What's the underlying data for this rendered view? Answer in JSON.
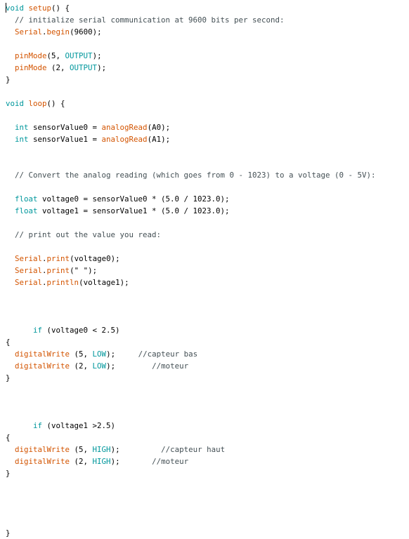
{
  "colors": {
    "background": "#ffffff",
    "keyword": "#00979c",
    "function": "#d35400",
    "constant": "#00979c",
    "comment": "#434f54",
    "text": "#000000"
  },
  "code_lines": [
    [
      {
        "t": "void",
        "k": "kw"
      },
      {
        "t": " ",
        "k": "tx"
      },
      {
        "t": "setup",
        "k": "fn"
      },
      {
        "t": "() {",
        "k": "tx"
      }
    ],
    [
      {
        "t": "  // initialize serial communication at 9600 bits per second:",
        "k": "cm"
      }
    ],
    [
      {
        "t": "  ",
        "k": "tx"
      },
      {
        "t": "Serial",
        "k": "fn"
      },
      {
        "t": ".",
        "k": "tx"
      },
      {
        "t": "begin",
        "k": "fn"
      },
      {
        "t": "(9600);",
        "k": "tx"
      }
    ],
    [],
    [
      {
        "t": "  ",
        "k": "tx"
      },
      {
        "t": "pinMode",
        "k": "fn"
      },
      {
        "t": "(5, ",
        "k": "tx"
      },
      {
        "t": "OUTPUT",
        "k": "cn"
      },
      {
        "t": ");",
        "k": "tx"
      }
    ],
    [
      {
        "t": "  ",
        "k": "tx"
      },
      {
        "t": "pinMode",
        "k": "fn"
      },
      {
        "t": " (2, ",
        "k": "tx"
      },
      {
        "t": "OUTPUT",
        "k": "cn"
      },
      {
        "t": ");",
        "k": "tx"
      }
    ],
    [
      {
        "t": "}",
        "k": "tx"
      }
    ],
    [],
    [
      {
        "t": "void",
        "k": "kw"
      },
      {
        "t": " ",
        "k": "tx"
      },
      {
        "t": "loop",
        "k": "fn"
      },
      {
        "t": "() {",
        "k": "tx"
      }
    ],
    [],
    [
      {
        "t": "  ",
        "k": "tx"
      },
      {
        "t": "int",
        "k": "kw"
      },
      {
        "t": " sensorValue0 = ",
        "k": "tx"
      },
      {
        "t": "analogRead",
        "k": "fn"
      },
      {
        "t": "(A0);",
        "k": "tx"
      }
    ],
    [
      {
        "t": "  ",
        "k": "tx"
      },
      {
        "t": "int",
        "k": "kw"
      },
      {
        "t": " sensorValue1 = ",
        "k": "tx"
      },
      {
        "t": "analogRead",
        "k": "fn"
      },
      {
        "t": "(A1);",
        "k": "tx"
      }
    ],
    [],
    [],
    [
      {
        "t": "  // Convert the analog reading (which goes from 0 - 1023) to a voltage (0 - 5V):",
        "k": "cm"
      }
    ],
    [],
    [
      {
        "t": "  ",
        "k": "tx"
      },
      {
        "t": "float",
        "k": "kw"
      },
      {
        "t": " voltage0 = sensorValue0 * (5.0 / 1023.0);",
        "k": "tx"
      }
    ],
    [
      {
        "t": "  ",
        "k": "tx"
      },
      {
        "t": "float",
        "k": "kw"
      },
      {
        "t": " voltage1 = sensorValue1 * (5.0 / 1023.0);",
        "k": "tx"
      }
    ],
    [],
    [
      {
        "t": "  // print out the value you read:",
        "k": "cm"
      }
    ],
    [],
    [
      {
        "t": "  ",
        "k": "tx"
      },
      {
        "t": "Serial",
        "k": "fn"
      },
      {
        "t": ".",
        "k": "tx"
      },
      {
        "t": "print",
        "k": "fn"
      },
      {
        "t": "(voltage0);",
        "k": "tx"
      }
    ],
    [
      {
        "t": "  ",
        "k": "tx"
      },
      {
        "t": "Serial",
        "k": "fn"
      },
      {
        "t": ".",
        "k": "tx"
      },
      {
        "t": "print",
        "k": "fn"
      },
      {
        "t": "(\" \");",
        "k": "tx"
      }
    ],
    [
      {
        "t": "  ",
        "k": "tx"
      },
      {
        "t": "Serial",
        "k": "fn"
      },
      {
        "t": ".",
        "k": "tx"
      },
      {
        "t": "println",
        "k": "fn"
      },
      {
        "t": "(voltage1);",
        "k": "tx"
      }
    ],
    [],
    [],
    [],
    [
      {
        "t": "      ",
        "k": "tx"
      },
      {
        "t": "if",
        "k": "kw"
      },
      {
        "t": " (voltage0 < 2.5)",
        "k": "tx"
      }
    ],
    [
      {
        "t": "{",
        "k": "tx"
      }
    ],
    [
      {
        "t": "  ",
        "k": "tx"
      },
      {
        "t": "digitalWrite",
        "k": "fn"
      },
      {
        "t": " (5, ",
        "k": "tx"
      },
      {
        "t": "LOW",
        "k": "cn"
      },
      {
        "t": ");     ",
        "k": "tx"
      },
      {
        "t": "//capteur bas",
        "k": "cm"
      }
    ],
    [
      {
        "t": "  ",
        "k": "tx"
      },
      {
        "t": "digitalWrite",
        "k": "fn"
      },
      {
        "t": " (2, ",
        "k": "tx"
      },
      {
        "t": "LOW",
        "k": "cn"
      },
      {
        "t": ");        ",
        "k": "tx"
      },
      {
        "t": "//moteur",
        "k": "cm"
      }
    ],
    [
      {
        "t": "}",
        "k": "tx"
      }
    ],
    [],
    [],
    [],
    [
      {
        "t": "      ",
        "k": "tx"
      },
      {
        "t": "if",
        "k": "kw"
      },
      {
        "t": " (voltage1 >2.5)",
        "k": "tx"
      }
    ],
    [
      {
        "t": "{",
        "k": "tx"
      }
    ],
    [
      {
        "t": "  ",
        "k": "tx"
      },
      {
        "t": "digitalWrite",
        "k": "fn"
      },
      {
        "t": " (5, ",
        "k": "tx"
      },
      {
        "t": "HIGH",
        "k": "cn"
      },
      {
        "t": ");         ",
        "k": "tx"
      },
      {
        "t": "//capteur haut",
        "k": "cm"
      }
    ],
    [
      {
        "t": "  ",
        "k": "tx"
      },
      {
        "t": "digitalWrite",
        "k": "fn"
      },
      {
        "t": " (2, ",
        "k": "tx"
      },
      {
        "t": "HIGH",
        "k": "cn"
      },
      {
        "t": ");       ",
        "k": "tx"
      },
      {
        "t": "//moteur",
        "k": "cm"
      }
    ],
    [
      {
        "t": "}",
        "k": "tx"
      }
    ],
    [],
    [],
    [],
    [],
    [
      {
        "t": "}",
        "k": "tx"
      }
    ]
  ]
}
